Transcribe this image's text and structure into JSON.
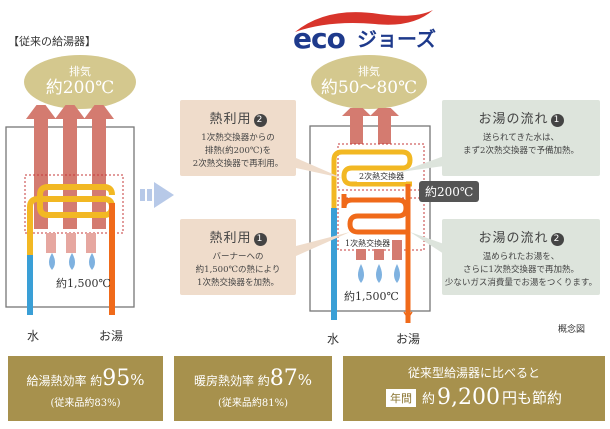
{
  "header": {
    "left_title": "【従来の給湯器】",
    "logo_text": "eco ジョーズ"
  },
  "left": {
    "exhaust_label": "排気",
    "exhaust_temp": "約200℃",
    "burner_temp": "約1,500℃",
    "water_label": "水",
    "hotwater_label": "お湯"
  },
  "right": {
    "exhaust_label": "排気",
    "exhaust_temp": "約50～80℃",
    "hx2_label": "2次熱交換器",
    "hx1_label": "1次熱交換器",
    "mid_temp": "約200℃",
    "burner_temp": "約1,500℃",
    "water_label": "水",
    "hotwater_label": "お湯",
    "concept_label": "概念図"
  },
  "callouts": {
    "heat2": {
      "title": "熱利用",
      "num": "2",
      "lines": [
        "1次熱交換器からの",
        "排熱(約200℃)を",
        "2次熱交換器で再利用。"
      ]
    },
    "heat1": {
      "title": "熱利用",
      "num": "1",
      "lines": [
        "バーナーへの",
        "約1,500℃の熱により",
        "1次熱交換器を加熱。"
      ]
    },
    "flow1": {
      "title": "お湯の流れ",
      "num": "1",
      "lines": [
        "送られてきた水は、",
        "まず2次熱交換器で予備加熱。"
      ]
    },
    "flow2": {
      "title": "お湯の流れ",
      "num": "2",
      "lines": [
        "温められたお湯を、",
        "さらに1次熱交換器で再加熱。",
        "少ないガス消費量でお湯をつくります。"
      ]
    }
  },
  "bottom": {
    "box1": {
      "prefix": "給湯熱効率 約",
      "value": "95",
      "unit": "%",
      "note": "(従来品約83%)"
    },
    "box2": {
      "prefix": "暖房熱効率 約",
      "value": "87",
      "unit": "%",
      "note": "(従来品約81%)"
    },
    "box3": {
      "line1": "従来型給湯器に比べると",
      "tag": "年間",
      "prefix": "約",
      "value": "9,200",
      "suffix": "円も節約"
    }
  },
  "colors": {
    "gold": "#a7914d",
    "oval": "#d4c88e",
    "arrow_red": "#d47b70",
    "water_blue": "#3a9fd6",
    "hot_orange": "#f06a1a",
    "callout_beige": "#efdccb",
    "callout_green": "#dde4dc",
    "logo_blue": "#1e3a8c"
  }
}
